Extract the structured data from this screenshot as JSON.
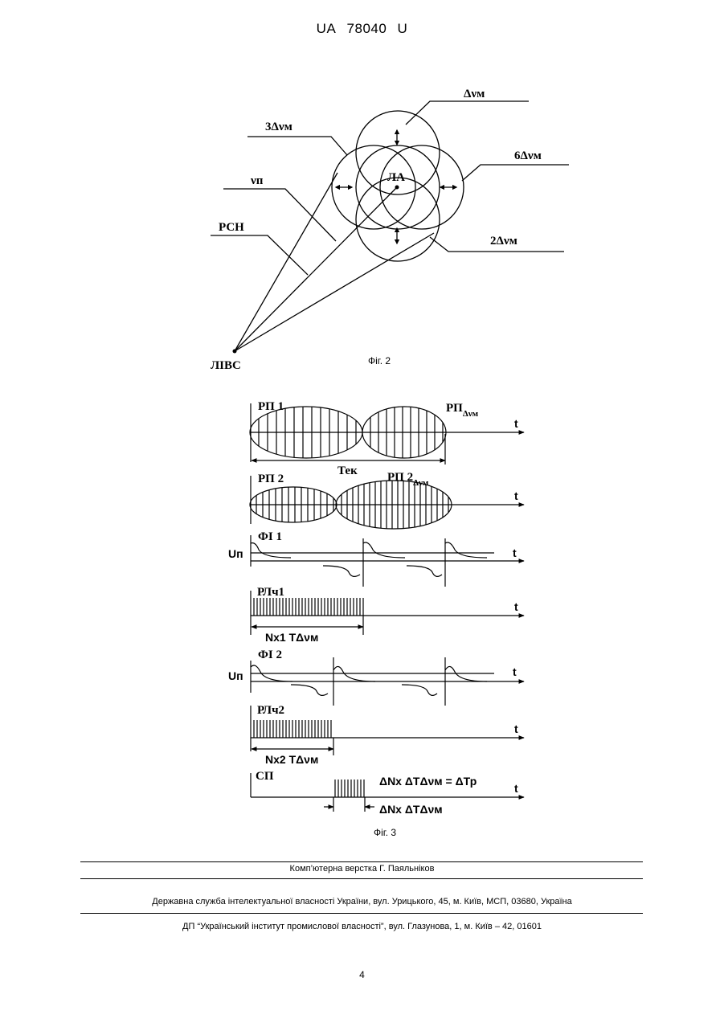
{
  "header": {
    "doc_code": "UA",
    "doc_number": "78040",
    "doc_kind": "U"
  },
  "fig2": {
    "caption": "Фіг. 2",
    "labels": {
      "dv_m": "Δνм",
      "three_dv_m": "3Δνм",
      "six_dv_m": "6Δνм",
      "two_dv_m": "2Δνм",
      "v_p": "νп",
      "la": "ЛА",
      "rsn": "РСН",
      "livs": "ЛІВС"
    }
  },
  "fig3": {
    "caption": "Фіг. 3",
    "t": "t",
    "rp1": {
      "label": "РП 1",
      "sub": "РП",
      "sub_suffix": "Δνм",
      "period": "Тек"
    },
    "rp2": {
      "label": "РП 2",
      "sub": "РП 2",
      "sub_suffix": "Δνм"
    },
    "fi1": {
      "label": "ФІ 1",
      "un": "Uп"
    },
    "rlch1": {
      "label": "РЛч1",
      "span": "Nх1 ТΔνм"
    },
    "fi2": {
      "label": "ФІ 2",
      "un": "Uп"
    },
    "rlch2": {
      "label": "РЛч2",
      "span": "Nх2 ТΔνм"
    },
    "sp": {
      "label": "СП",
      "eq": "ΔNх ΔТΔνм = ΔТр",
      "span": "ΔNх ΔТΔνм"
    }
  },
  "footer": {
    "layout": "Комп’ютерна верстка Г. Паяльніков",
    "agency": "Державна служба інтелектуальної власності України, вул. Урицького, 45, м. Київ, МСП, 03680, Україна",
    "institute": "ДП “Український інститут промислової власності”, вул. Глазунова, 1, м. Київ – 42, 01601",
    "page_number": "4"
  }
}
